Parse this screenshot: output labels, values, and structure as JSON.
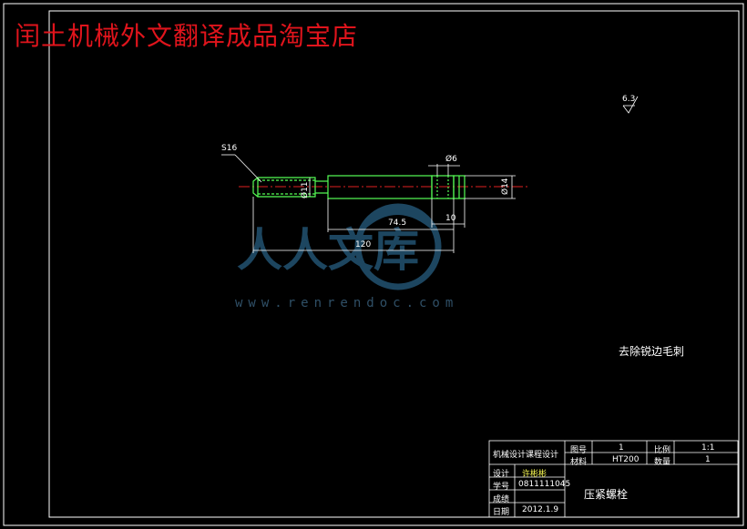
{
  "watermark": {
    "shop": "闰土机械外文翻译成品淘宝店",
    "brand": "人人文库",
    "url": "www.renrendoc.com"
  },
  "drawing": {
    "roughness_symbol": "6.3",
    "thread_label": "S16",
    "dim_shaft_dia": "Ø11",
    "dim_hole": "Ø6",
    "dim_head_dia": "Ø14",
    "dim_length_1": "74.5",
    "dim_length_2": "10",
    "dim_total": "120",
    "note": "去除锐边毛刺"
  },
  "title_block": {
    "course": "机械设计课程设计",
    "drawing_no_label": "图号",
    "drawing_no": "1",
    "scale_label": "比例",
    "scale": "1:1",
    "material_label": "材料",
    "material": "HT200",
    "qty_label": "数量",
    "qty": "1",
    "designer_label": "设计",
    "designer": "许彬彬",
    "student_id_label": "学号",
    "student_id": "0811111045",
    "grade_label": "成绩",
    "date_label": "日期",
    "date": "2012.1.9",
    "part_name": "压紧螺栓"
  },
  "colors": {
    "background": "#000000",
    "frame": "#ffffff",
    "part": "#55ff55",
    "centerline": "#e02020",
    "dimension": "#ffffff",
    "watermark": "#1f4a66",
    "shop_text": "#e0141c"
  }
}
